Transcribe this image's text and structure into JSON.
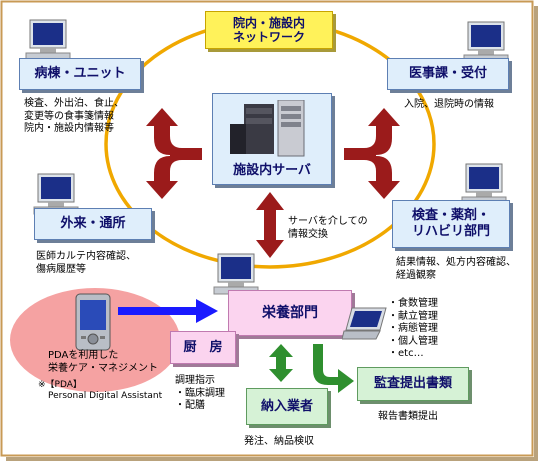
{
  "network": {
    "title_line1": "院内・施設内",
    "title_line2": "ネットワーク"
  },
  "server": {
    "label": "施設内サーバ"
  },
  "ward": {
    "label": "病棟・ユニット",
    "info": [
      "検査、外出泊、食止、",
      "変更等の食事箋情報",
      "院内・施設内情報等"
    ]
  },
  "medical_affairs": {
    "label": "医事課・受付",
    "info": [
      "入院、退院時の情報"
    ]
  },
  "outpatient": {
    "label": "外来・通所",
    "info": [
      "医師カルテ内容確認、",
      "傷病履歴等"
    ]
  },
  "testing": {
    "label_line1": "検査・薬剤・",
    "label_line2": "リハビリ部門",
    "info": [
      "結果情報、処方内容確認、",
      "経過観察"
    ]
  },
  "exchange": {
    "info": [
      "サーバを介しての",
      "情報交換"
    ]
  },
  "nutrition": {
    "label": "栄養部門",
    "items": [
      "・食数管理",
      "・献立管理",
      "・病態管理",
      "・個人管理",
      "・etc…"
    ]
  },
  "kitchen": {
    "label": "厨　房",
    "info": [
      "調理指示",
      "・臨床調理",
      "・配膳"
    ]
  },
  "supplier": {
    "label": "納入業者",
    "info": [
      "発注、納品検収"
    ]
  },
  "audit": {
    "label": "監査提出書類",
    "info": [
      "報告書類提出"
    ]
  },
  "pda": {
    "label_line1": "PDAを利用した",
    "label_line2": "栄養ケア・マネジメント",
    "note_line1": "※【PDA】",
    "note_line2": "Personal Digital Assistant"
  },
  "colors": {
    "ring": "#f0a800",
    "red_arrow": "#9b1b1b",
    "blue_arrow": "#1a1aff",
    "green_arrow": "#2f8f2f",
    "frame": "#b6843c"
  }
}
